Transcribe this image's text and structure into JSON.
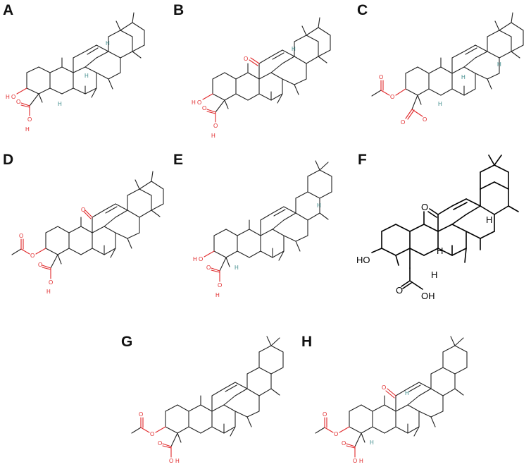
{
  "panels": [
    {
      "label": "A",
      "atoms": {
        "o1": "O",
        "h1": "H",
        "o2": "O",
        "o3": "O",
        "h2": "H",
        "h3": "H",
        "h4": "H",
        "h5": "H"
      }
    },
    {
      "label": "B",
      "atoms": {
        "o1": "O",
        "h1": "H",
        "o2": "O",
        "o3": "O",
        "o4": "O",
        "h2": "H",
        "h3": "H"
      }
    },
    {
      "label": "C",
      "atoms": {
        "o1": "O",
        "o2": "O",
        "o3": "O",
        "o4": "O",
        "h1": "H",
        "h2": "H",
        "h3": "H"
      }
    },
    {
      "label": "D",
      "atoms": {
        "o1": "O",
        "o2": "O",
        "o3": "O",
        "o4": "O",
        "o5": "O",
        "h1": "H"
      }
    },
    {
      "label": "E",
      "atoms": {
        "o1": "O",
        "h1": "H",
        "o2": "O",
        "o3": "O",
        "h2": "H",
        "h3": "H",
        "h4": "H"
      }
    },
    {
      "label": "F",
      "atoms": {
        "o1": "O",
        "ho": "HO",
        "oh": "OH",
        "o2": "O",
        "h1": "H",
        "h2": "H",
        "h3": "H"
      }
    },
    {
      "label": "G",
      "atoms": {
        "o1": "O",
        "o2": "O",
        "o3": "O",
        "o4": "O",
        "h1": "H"
      }
    },
    {
      "label": "H",
      "atoms": {
        "o1": "O",
        "o2": "O",
        "o3": "O",
        "o4": "O",
        "o5": "O",
        "h1": "H",
        "h2": "H",
        "h3": "H"
      }
    }
  ],
  "colors": {
    "oxygen": "#e0282a",
    "stereo_h": "#3d8a8a",
    "bond": "#222222"
  }
}
